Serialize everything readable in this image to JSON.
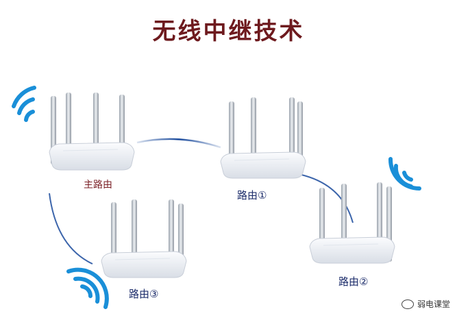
{
  "title": "无线中继技术",
  "routers": {
    "main": "主路由",
    "r1": "路由①",
    "r2": "路由②",
    "r3": "路由③"
  },
  "watermark": "弱电课堂",
  "colors": {
    "title": "#6e1a1e",
    "label_main": "#7a1f25",
    "label": "#1d2d6b",
    "link_line": "#1a4a9c",
    "wifi": "#1a8fd8"
  },
  "icons": [
    "wifi-signal-icon",
    "router-icon",
    "wechat-icon"
  ]
}
